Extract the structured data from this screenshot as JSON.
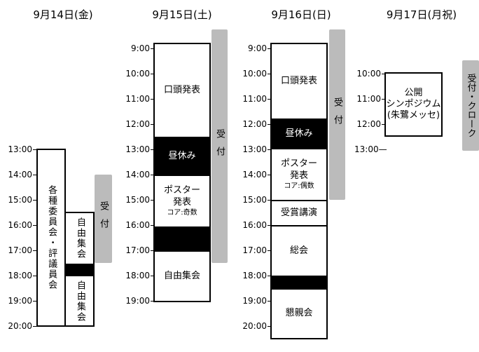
{
  "days": [
    {
      "header": "9月14日(金)",
      "ticks": [
        "13:00",
        "14:00",
        "15:00",
        "16:00",
        "17:00",
        "18:00",
        "19:00",
        "20:00"
      ],
      "committee": "各種委員会・評議員会",
      "free1": "自由集会",
      "free2": "自由集会",
      "reception": "受付"
    },
    {
      "header": "9月15日(土)",
      "ticks": [
        "9:00",
        "10:00",
        "11:00",
        "12:00",
        "13:00",
        "14:00",
        "15:00",
        "16:00",
        "17:00",
        "18:00",
        "19:00"
      ],
      "oral": "口頭発表",
      "lunch": "昼休み",
      "poster": "ポスター",
      "poster2": "発表",
      "core": "コア:奇数",
      "free": "自由集会",
      "reception": "受付"
    },
    {
      "header": "9月16日(日)",
      "ticks": [
        "9:00",
        "10:00",
        "11:00",
        "12:00",
        "13:00",
        "14:00",
        "15:00",
        "16:00",
        "17:00",
        "18:00",
        "19:00",
        "20:00"
      ],
      "oral": "口頭発表",
      "lunch": "昼休み",
      "poster": "ポスター",
      "poster2": "発表",
      "core": "コア:偶数",
      "award": "受賞講演",
      "general": "総会",
      "party": "懇親会",
      "reception": "受付"
    },
    {
      "header": "9月17日(月祝)",
      "ticks": [
        "10:00",
        "11:00",
        "12:00",
        "13:00—"
      ],
      "sym1": "公開",
      "sym2": "シンポジウム",
      "sym3": "(朱鷺メッセ)",
      "reception": "受付・クローク"
    }
  ]
}
